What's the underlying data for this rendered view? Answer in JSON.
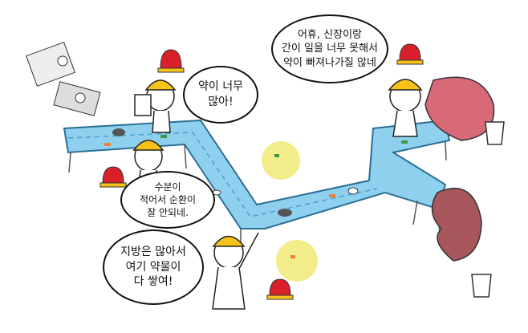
{
  "speech": {
    "worker_top": "약이 너무\n많아!",
    "worker_right": "어휴, 신장이랑\n간이 일을 너무 못해서\n약이 빠져나가질 않네",
    "worker_middle": "수분이\n적어서 순환이\n잘 안되네.",
    "worker_bottom": "지방은 많아서\n여기 약물이\n다 쌓여!"
  },
  "colors": {
    "water": "#8fd0ef",
    "helmet": "#f7c21a",
    "siren": "#d8202a",
    "liver": "#d86a78",
    "kidney": "#a8575c",
    "fat": "#f3ec8a"
  }
}
